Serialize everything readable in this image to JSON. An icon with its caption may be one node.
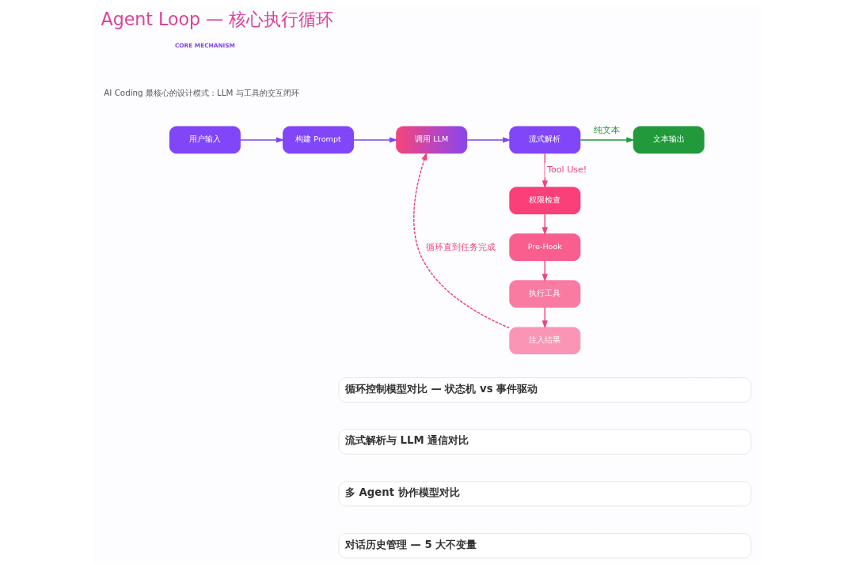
{
  "diagram": {
    "title": "Agent Loop — 核心执行循环",
    "nodes": [
      {
        "text": [
          "用户输入"
        ]
      },
      {
        "text": [
          "构建 Prompt"
        ]
      },
      {
        "text": [
          "调用 LLM"
        ]
      },
      {
        "text": [
          "流式解析"
        ]
      },
      {
        "text": [
          "文本输出"
        ]
      },
      {
        "text": [
          "权限检查"
        ]
      },
      {
        "text": [
          "Pre-Hook"
        ]
      },
      {
        "text": [
          "执行工具"
        ]
      },
      {
        "text": [
          "注入结果"
        ]
      }
    ],
    "edges": [
      {
        "from": 0,
        "to": 1,
        "arrow": "to",
        "color": "#7c45f5"
      },
      {
        "from": 1,
        "to": 2,
        "arrow": "to",
        "color": "#7c45f5"
      },
      {
        "from": 2,
        "to": 3,
        "arrow": "to",
        "color": "#7c45f5"
      },
      {
        "from": 3,
        "to": 4,
        "arrow": "to",
        "label": "纯文本",
        "color": "#1f9a3a"
      },
      {
        "from": 3,
        "to": 5,
        "arrow": "to",
        "label": "Tool Use!"
      },
      {
        "from": 5,
        "to": 6,
        "arrow": "to"
      },
      {
        "from": 6,
        "to": 7,
        "arrow": "to"
      },
      {
        "from": 7,
        "to": 8,
        "arrow": "to"
      },
      {
        "from": 8,
        "to": 2,
        "arrow": "to",
        "label": "循环直到任务完成",
        "style": "dashed"
      }
    ],
    "labels": [
      "CORE MECHANISM",
      "AI Coding 最核心的设计模式：LLM 与工具的交互闭环",
      "循环控制模型对比 — 状态机 vs 事件驱动",
      "流式解析与 LLM 通信对比",
      "多 Agent 协作模型对比",
      "对话历史管理 — 5 大不变量"
    ]
  }
}
